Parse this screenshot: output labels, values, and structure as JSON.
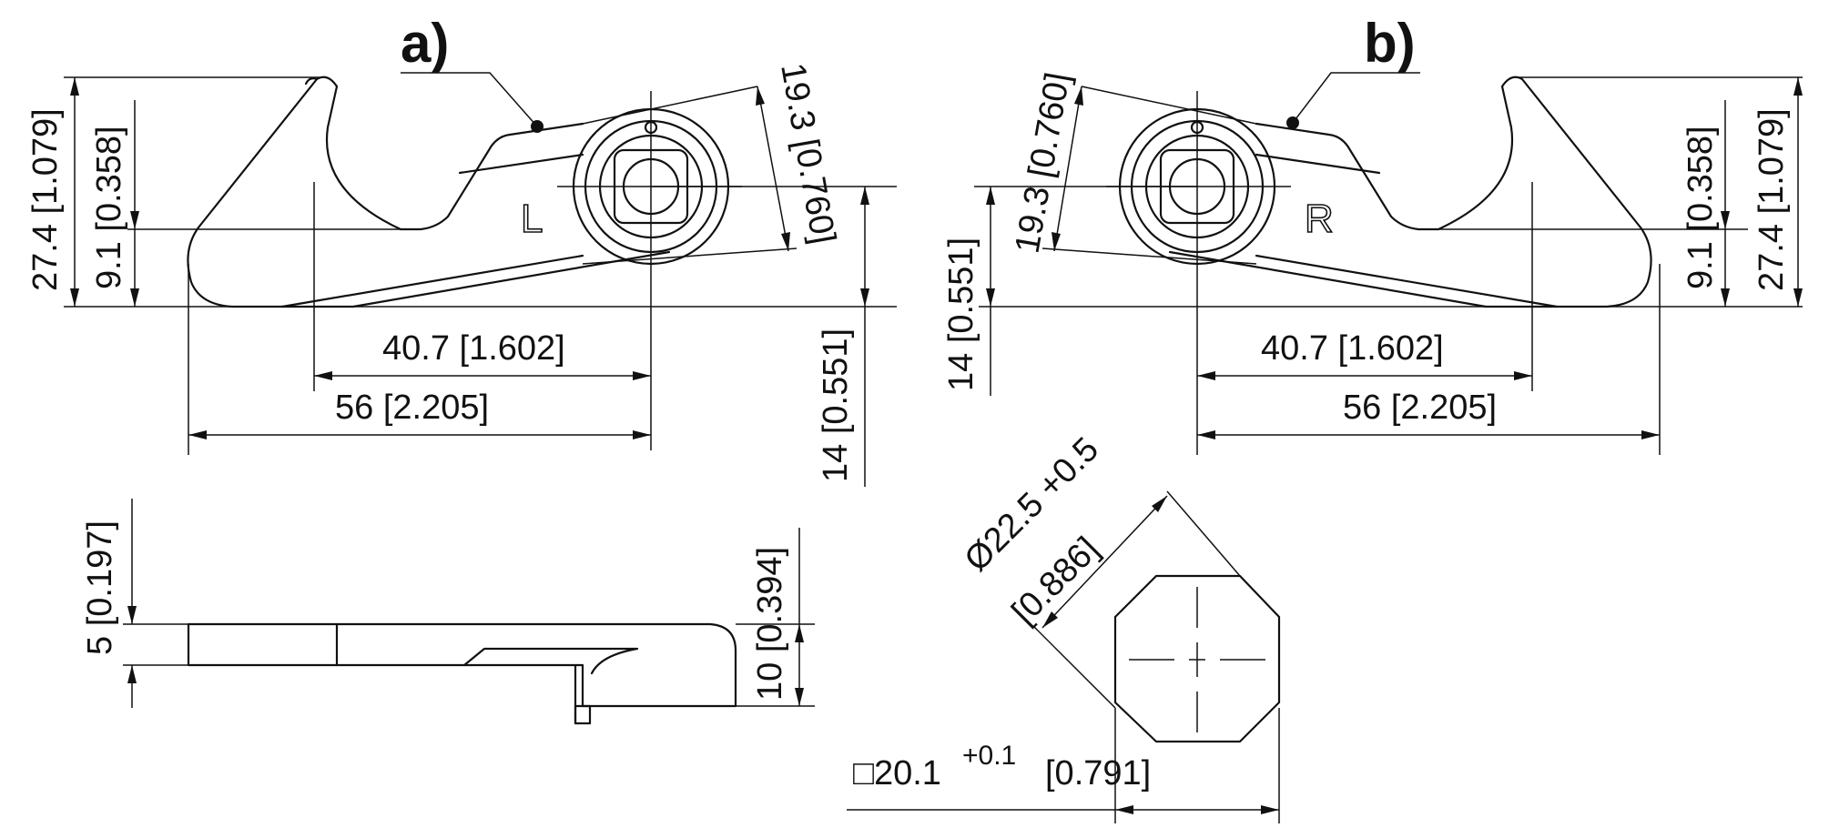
{
  "views": {
    "a": {
      "label": "a)",
      "side_mark": "L",
      "dims": {
        "overall_height": "27.4 [1.079]",
        "hook_height": "9.1 [0.358]",
        "boss_diameter": "19.3 [0.760]",
        "center_height": "14 [0.551]",
        "hook_to_center": "40.7 [1.602]",
        "overall_length": "56 [2.205]"
      }
    },
    "b": {
      "label": "b)",
      "side_mark": "R",
      "dims": {
        "overall_height": "27.4 [1.079]",
        "hook_height": "9.1 [0.358]",
        "boss_diameter": "19.3 [0.760]",
        "center_height": "14 [0.551]",
        "hook_to_center": "40.7 [1.602]",
        "overall_length": "56 [2.205]"
      }
    },
    "side": {
      "dims": {
        "thickness": "5 [0.197]",
        "total_height": "10 [0.394]"
      }
    },
    "cutout": {
      "diameter_line1": "Ø22.5 +0.5",
      "diameter_line2": "[0.886]",
      "square_prefix": "□20.1",
      "square_tol": "+0.1",
      "square_inch": "[0.791]"
    }
  }
}
